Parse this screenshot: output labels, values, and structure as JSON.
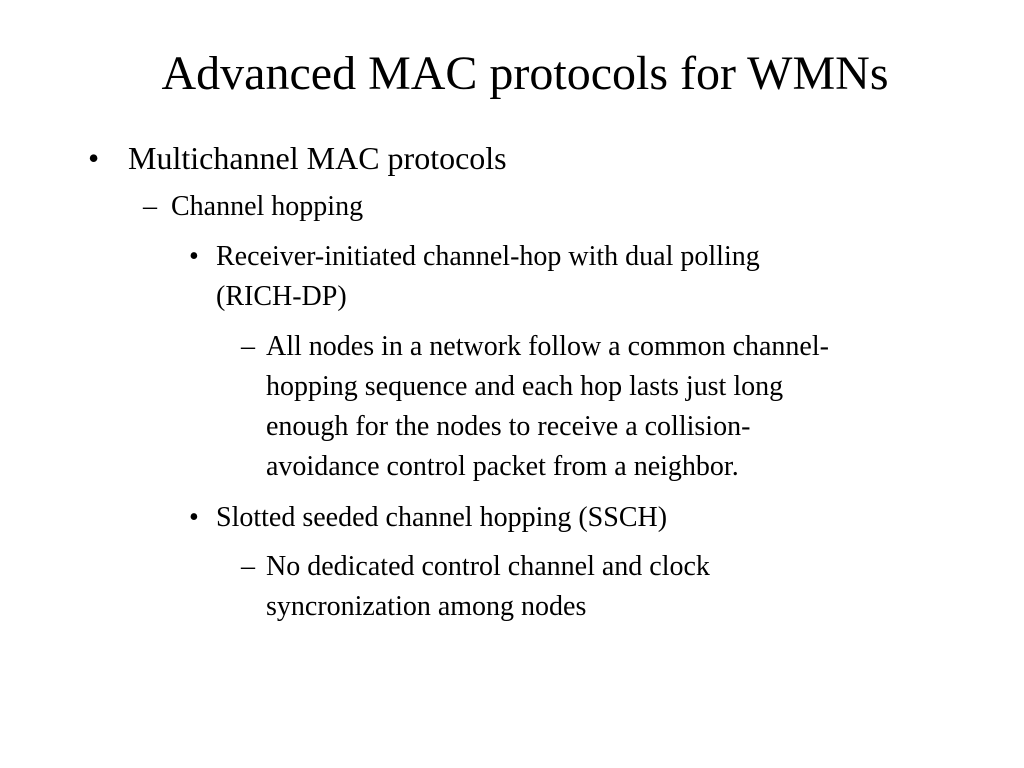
{
  "slide": {
    "title": "Advanced MAC protocols for WMNs",
    "bullet_l1": {
      "marker": "•",
      "text": "Multichannel MAC protocols"
    },
    "bullet_l2": {
      "marker": "–",
      "text": "Channel hopping"
    },
    "bullet_l3_rich": {
      "marker": "•",
      "line1": "Receiver-initiated channel-hop with dual polling",
      "line2": "(RICH-DP)"
    },
    "bullet_l4_rich": {
      "marker": "–",
      "line1": "All nodes in a network follow a common channel-",
      "line2": "hopping sequence and each hop lasts just long",
      "line3": "enough for the nodes to receive a collision-",
      "line4": "avoidance control packet from a neighbor."
    },
    "bullet_l3_ssch": {
      "marker": "•",
      "line1": "Slotted seeded channel hopping (SSCH)"
    },
    "bullet_l4_ssch": {
      "marker": "–",
      "line1": "No dedicated control channel and clock",
      "line2": "syncronization among nodes"
    }
  }
}
